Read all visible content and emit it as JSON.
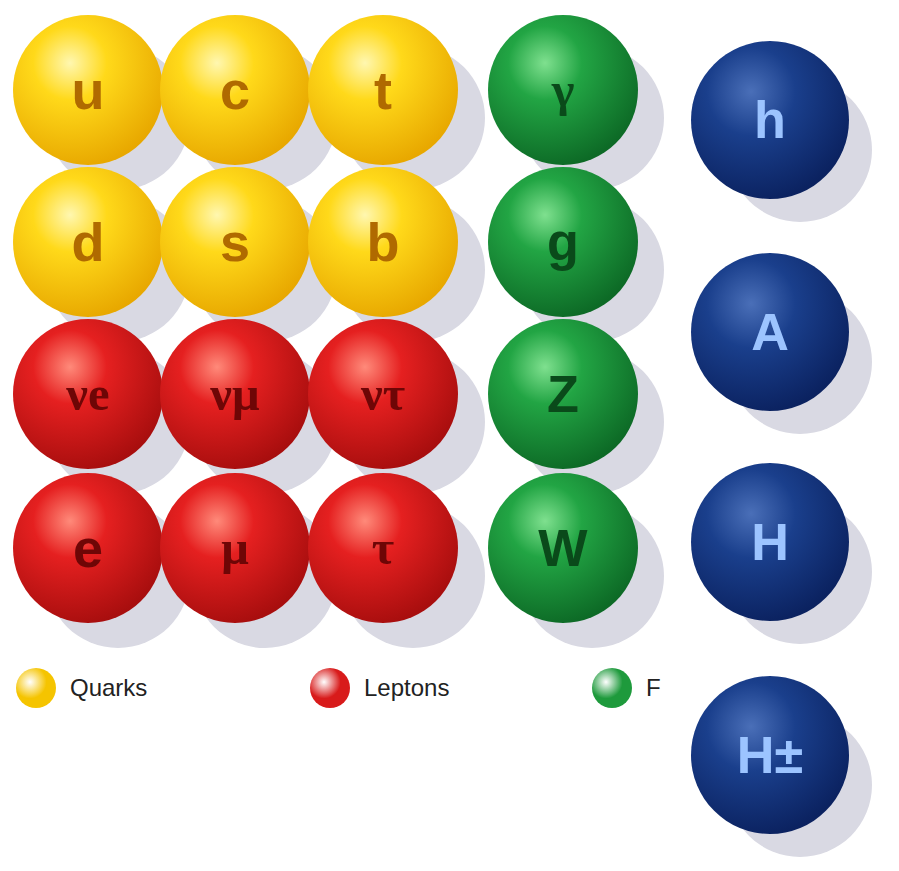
{
  "diagram": {
    "nodes": [
      {
        "text": [
          "u"
        ]
      },
      {
        "text": [
          "c"
        ]
      },
      {
        "text": [
          "t"
        ]
      },
      {
        "text": [
          "γ"
        ]
      },
      {
        "text": [
          "h"
        ]
      },
      {
        "text": [
          "d"
        ]
      },
      {
        "text": [
          "s"
        ]
      },
      {
        "text": [
          "b"
        ]
      },
      {
        "text": [
          "g"
        ]
      },
      {
        "text": [
          "A"
        ]
      },
      {
        "text": [
          "νe"
        ]
      },
      {
        "text": [
          "νμ"
        ]
      },
      {
        "text": [
          "ντ"
        ]
      },
      {
        "text": [
          "Z"
        ]
      },
      {
        "text": [
          "H"
        ]
      },
      {
        "text": [
          "e"
        ]
      },
      {
        "text": [
          "μ"
        ]
      },
      {
        "text": [
          "τ"
        ]
      },
      {
        "text": [
          "W"
        ]
      },
      {
        "text": [
          "H±"
        ]
      }
    ],
    "legend": [
      {
        "text": "Quarks",
        "color": "#f5c400"
      },
      {
        "text": "Leptons",
        "color": "#d81b1b"
      },
      {
        "text": "F",
        "color": "#1e9a3c"
      }
    ]
  }
}
